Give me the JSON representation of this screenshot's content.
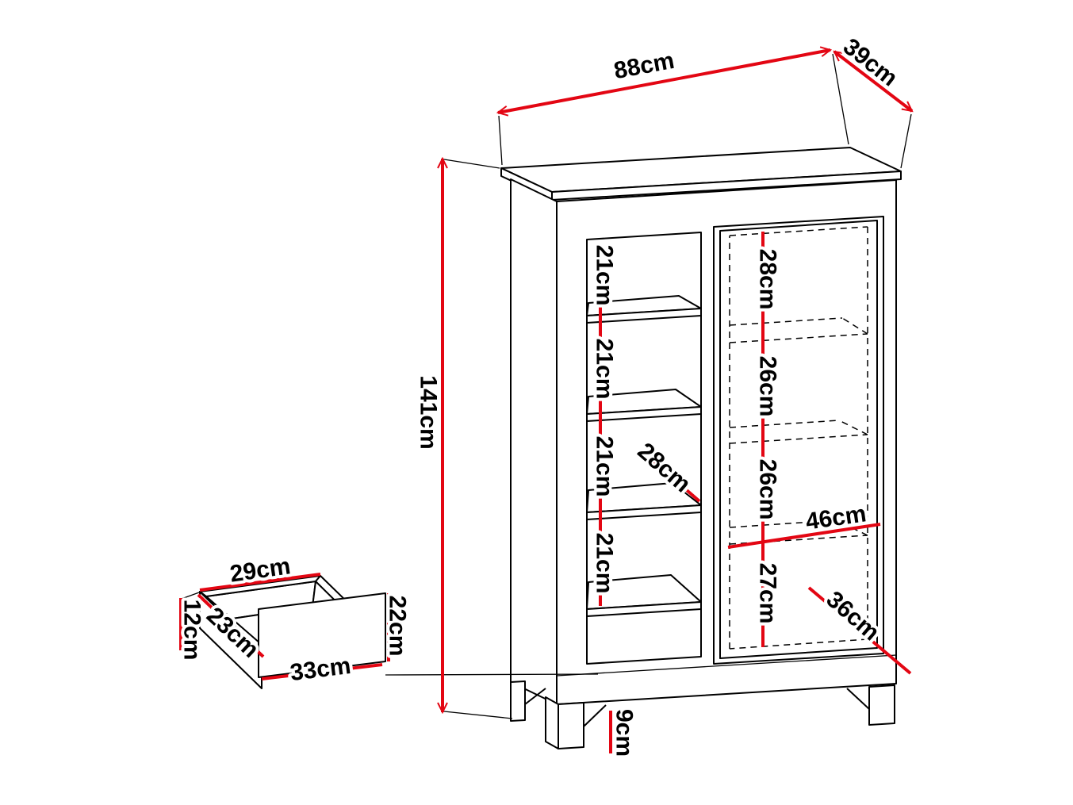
{
  "figure": {
    "type": "furniture-dimension-diagram",
    "subject": "display cabinet with glass door, open shelves and drawer",
    "background_color": "#ffffff",
    "outline_color": "#000000",
    "dimension_color": "#e30613",
    "unit": "cm"
  },
  "dimensions": {
    "top_width": "88cm",
    "top_depth": "39cm",
    "height": "141cm",
    "left_shelf_gaps": [
      "21cm",
      "21cm",
      "21cm",
      "21cm"
    ],
    "left_shelf_depth": "28cm",
    "right_shelf_gaps": [
      "28cm",
      "26cm",
      "26cm",
      "27cm"
    ],
    "right_inner_width": "46cm",
    "right_shelf_depth": "36cm",
    "plinth_height": "9cm",
    "drawer": {
      "inner_width": "29cm",
      "inner_depth": "23cm",
      "side_height": "12cm",
      "front_width": "33cm",
      "front_height": "22cm"
    }
  }
}
